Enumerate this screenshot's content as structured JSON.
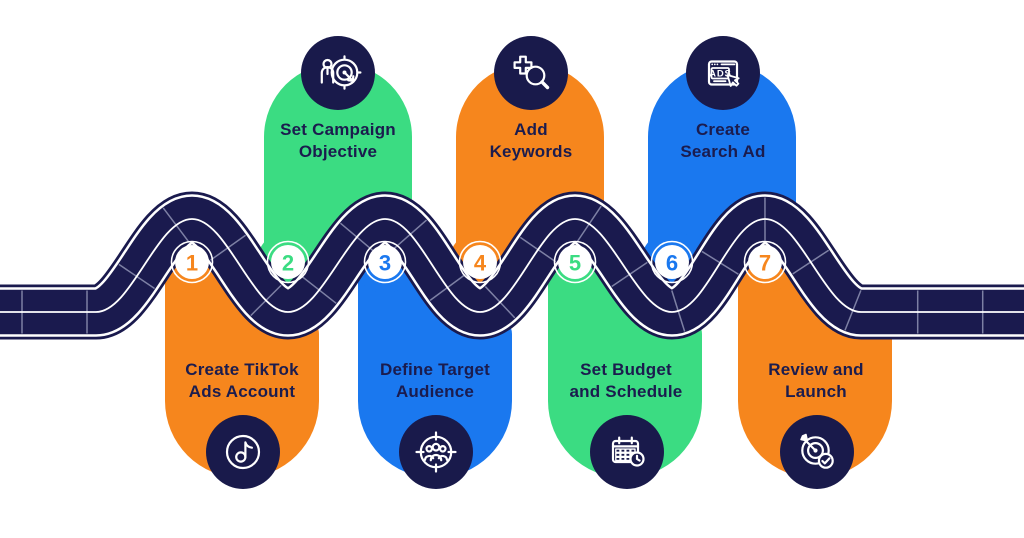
{
  "colors": {
    "orange": "#F6861D",
    "green": "#3BDC82",
    "blue": "#1A78EF",
    "road_navy": "#1A1A4E",
    "icon_circle_navy": "#191A4B",
    "label_text": "#1B1C4E",
    "badge_fill": "#FFFFFF",
    "lane_line": "#FFFFFF",
    "segment_line": "#9FA3C2"
  },
  "steps": [
    {
      "number": "1",
      "line1": "Create TikTok",
      "line2": "Ads Account",
      "color": "#F6861D",
      "icon": "tiktok-icon",
      "position": "bottom"
    },
    {
      "number": "2",
      "line1": "Set Campaign",
      "line2": "Objective",
      "color": "#3BDC82",
      "icon": "campaign-objective-target-icon",
      "position": "top"
    },
    {
      "number": "3",
      "line1": "Define Target",
      "line2": "Audience",
      "color": "#1A78EF",
      "icon": "audience-crosshair-icon",
      "position": "bottom"
    },
    {
      "number": "4",
      "line1": "Add",
      "line2": "Keywords",
      "color": "#F6861D",
      "icon": "add-keywords-magnifier-icon",
      "position": "top",
      "icon_plus": "+"
    },
    {
      "number": "5",
      "line1": "Set Budget",
      "line2": "and Schedule",
      "color": "#3BDC82",
      "icon": "budget-schedule-calendar-icon",
      "position": "bottom"
    },
    {
      "number": "6",
      "line1": "Create",
      "line2": "Search Ad",
      "color": "#1A78EF",
      "icon": "search-ad-browser-icon",
      "position": "top",
      "icon_text": "ADS"
    },
    {
      "number": "7",
      "line1": "Review and",
      "line2": "Launch",
      "color": "#F6861D",
      "icon": "review-launch-dartboard-icon",
      "position": "bottom"
    }
  ]
}
